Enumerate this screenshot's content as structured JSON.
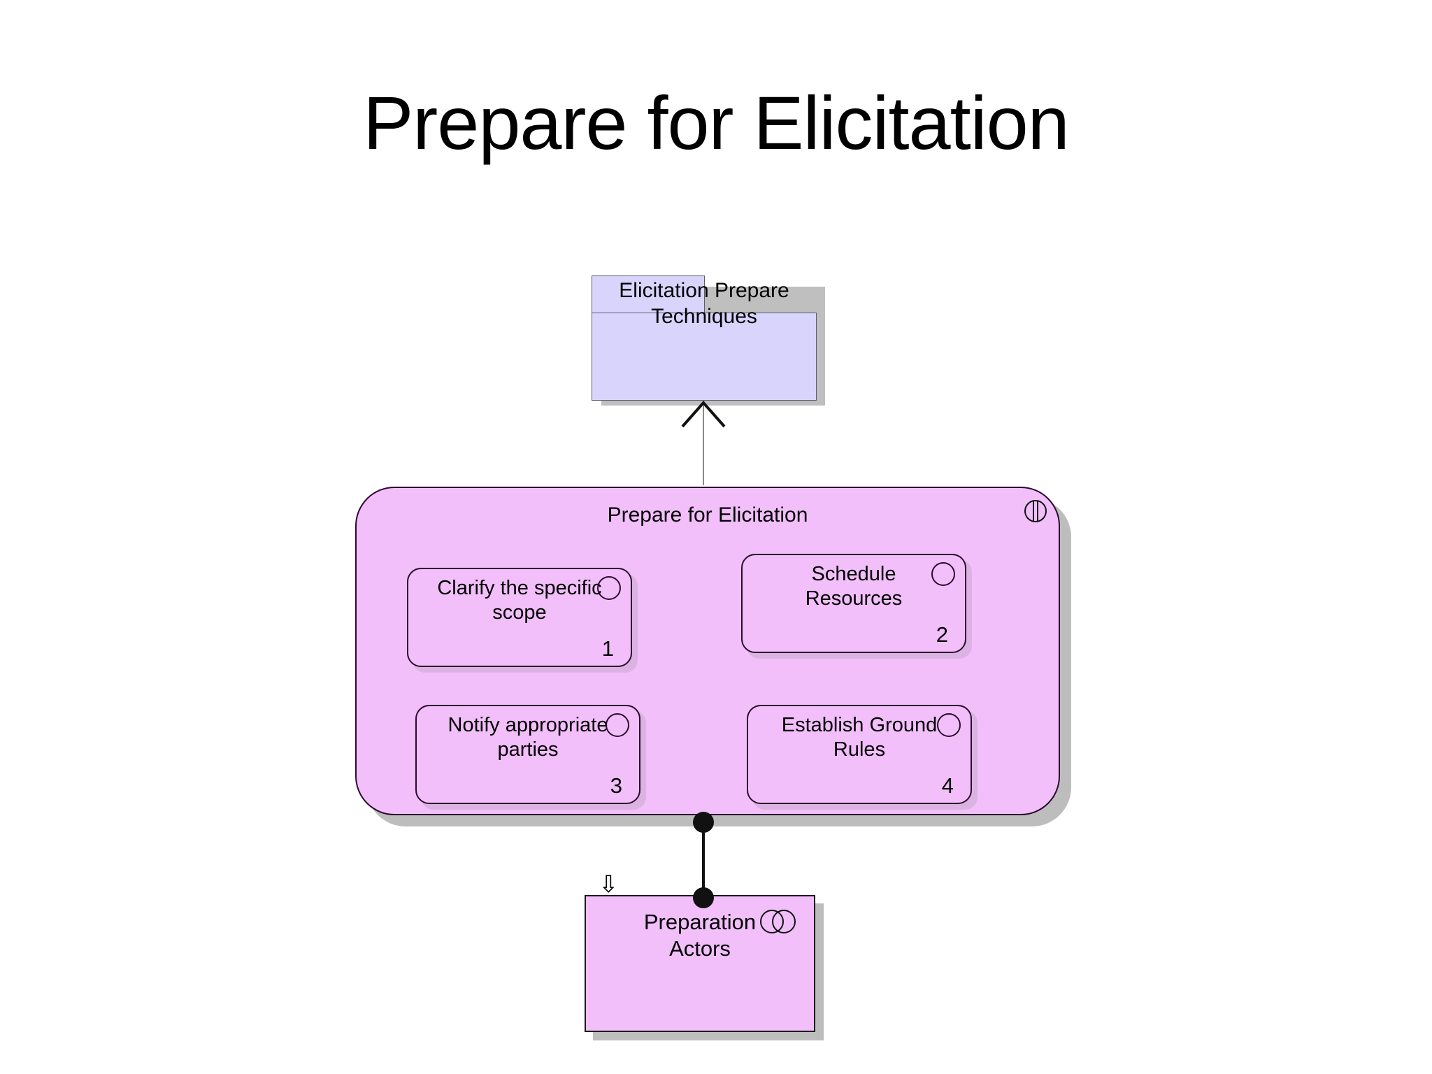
{
  "slide": {
    "title": "Prepare for Elicitation",
    "background_color": "#FFFFFF"
  },
  "palette": {
    "package_fill": "#D9D4FB",
    "package_stroke": "#5B5B6E",
    "process_fill": "#F2BFFA",
    "process_stroke": "#2B0B2E",
    "shadow": "#BDBDBD",
    "text": "#000000"
  },
  "package_node": {
    "name": "package-elicitation-prepare-techniques",
    "label": "Elicitation Prepare Techniques",
    "label_line1": "Elicitation Prepare",
    "label_line2": "Techniques"
  },
  "main_process": {
    "name": "process-prepare-for-elicitation",
    "title": "Prepare for Elicitation",
    "icon": "process-icon",
    "activities": [
      {
        "label": "Clarify the specific scope",
        "line1": "Clarify the specific",
        "line2": "scope",
        "number": "1",
        "icon": "circle-icon"
      },
      {
        "label": "Schedule Resources",
        "line1": "Schedule",
        "line2": "Resources",
        "number": "2",
        "icon": "circle-icon"
      },
      {
        "label": "Notify appropriate parties",
        "line1": "Notify appropriate",
        "line2": "parties",
        "number": "3",
        "icon": "circle-icon"
      },
      {
        "label": "Establish Ground Rules",
        "line1": "Establish Ground",
        "line2": "Rules",
        "number": "4",
        "icon": "circle-icon"
      }
    ]
  },
  "actor_node": {
    "name": "node-preparation-actors",
    "label": "Preparation Actors",
    "line1": "Preparation",
    "line2": "Actors",
    "icon": "overlapping-circles-icon",
    "marker_glyph": "⇩"
  },
  "connectors": [
    {
      "name": "realization-arrow-to-package",
      "from": "process-prepare-for-elicitation",
      "to": "package-elicitation-prepare-techniques",
      "style": "open-arrowhead-line"
    },
    {
      "name": "association-to-actors",
      "from": "process-prepare-for-elicitation",
      "to": "node-preparation-actors",
      "style": "filled-ball-ended-line"
    }
  ]
}
